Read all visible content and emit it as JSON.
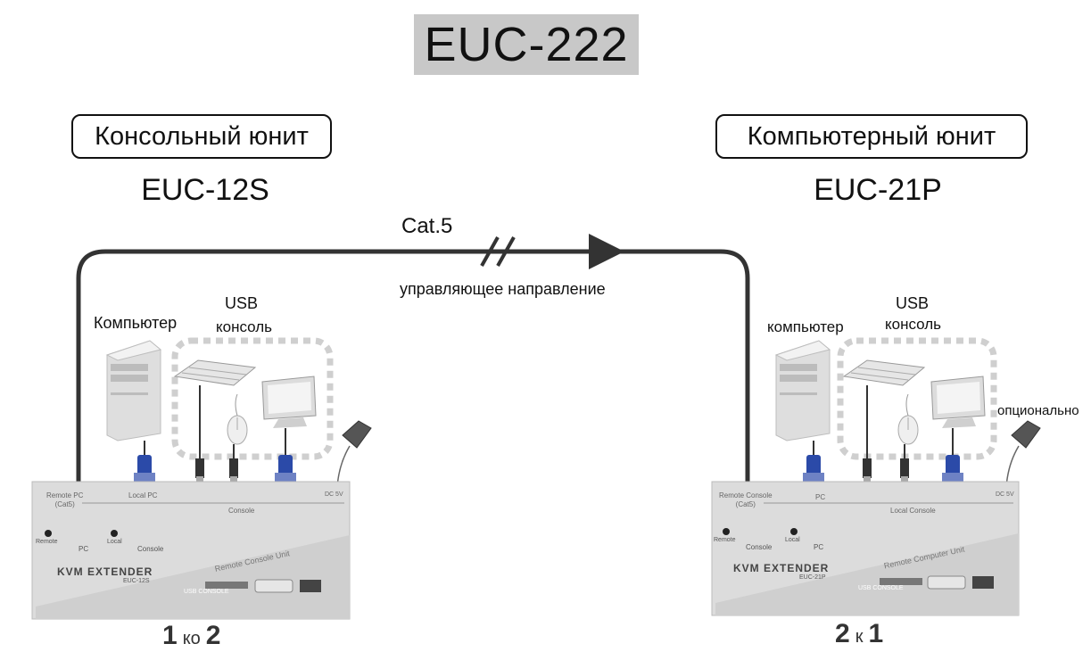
{
  "title": "EUC-222",
  "cable": {
    "label": "Cat.5",
    "direction": "управляющее направление"
  },
  "console_unit": {
    "title": "Консольный юнит",
    "model": "EUC-12S",
    "computer_label": "Компьютер",
    "usb_label": "USB",
    "console_label": "консоль",
    "ratio_a": "1",
    "ratio_word": "ко",
    "ratio_b": "2",
    "device": {
      "port_remote_pc": "Remote PC",
      "port_remote_pc_sub": "(Cat5)",
      "port_local_pc": "Local PC",
      "port_console": "Console",
      "port_dc": "DC 5V",
      "led_remote": "Remote",
      "led_local": "Local",
      "switch_pc": "PC",
      "switch_console": "Console",
      "brand": "KVM EXTENDER",
      "brand_model": "EUC-12S",
      "stripe_text": "Remote Console Unit",
      "usb_console": "USB CONSOLE"
    }
  },
  "computer_unit": {
    "title": "Компьютерный юнит",
    "model": "EUC-21P",
    "computer_label": "компьютер",
    "usb_label": "USB",
    "console_label": "консоль",
    "optional_label": "опционально",
    "ratio_a": "2",
    "ratio_word": "к",
    "ratio_b": "1",
    "device": {
      "port_remote_console": "Remote Console",
      "port_remote_console_sub": "(Cat5)",
      "port_pc": "PC",
      "port_local_console": "Local Console",
      "port_dc": "DC 5V",
      "led_remote": "Remote",
      "led_local": "Local",
      "switch_console": "Console",
      "switch_pc": "PC",
      "brand": "KVM EXTENDER",
      "brand_model": "EUC-21P",
      "stripe_text": "Remote Computer Unit",
      "usb_console": "USB CONSOLE"
    }
  },
  "colors": {
    "line": "#333333",
    "title_bg": "#c8c8c8",
    "dotted": "#cfcfcf",
    "device_body": "#dcdcdc",
    "vga_blue": "#2b4aa8"
  }
}
